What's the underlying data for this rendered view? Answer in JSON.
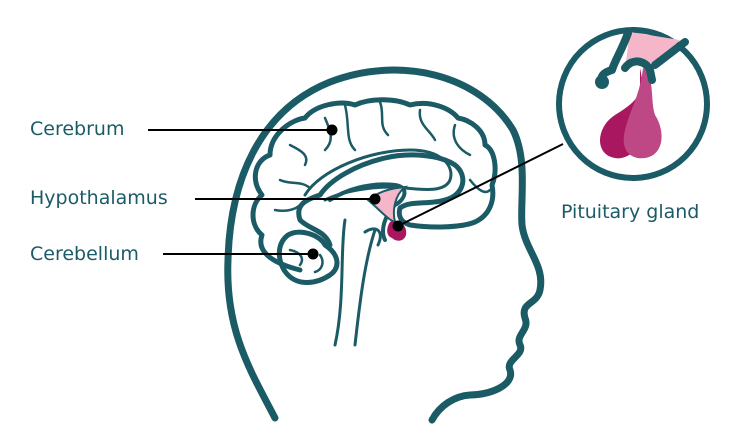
{
  "labels": {
    "cerebrum": "Cerebrum",
    "hypothalamus": "Hypothalamus",
    "cerebellum": "Cerebellum",
    "pituitary": "Pituitary gland"
  },
  "colors": {
    "outline": "#1b5b66",
    "hypothalamus": "#f5b6c9",
    "pituitary_dark": "#a8175f",
    "pituitary_light": "#be4886",
    "leader": "#000000"
  }
}
